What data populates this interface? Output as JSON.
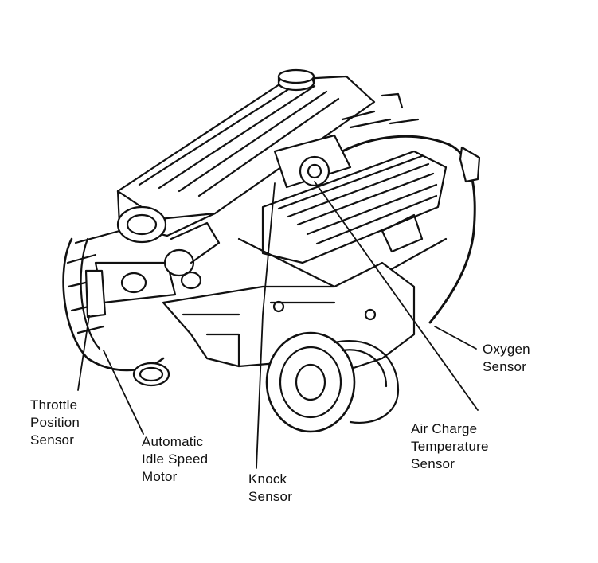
{
  "colors": {
    "ink": "#111111",
    "paper": "#ffffff"
  },
  "labels": {
    "oxygen_sensor": [
      "Oxygen",
      "Sensor"
    ],
    "throttle_position_sensor": [
      "Throttle",
      "Position",
      "Sensor"
    ],
    "automatic_idle_speed_motor": [
      "Automatic",
      "Idle Speed",
      "Motor"
    ],
    "knock_sensor": [
      "Knock",
      "Sensor"
    ],
    "air_charge_temperature_sensor": [
      "Air Charge",
      "Temperature",
      "Sensor"
    ]
  }
}
